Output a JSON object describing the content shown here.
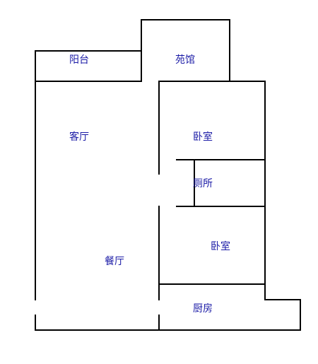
{
  "floorplan": {
    "colors": {
      "wall": "#000000",
      "label": "#1a1aa6",
      "background": "#ffffff"
    },
    "rooms": {
      "balcony": "阳台",
      "garden": "苑馆",
      "living_room": "客厅",
      "bedroom_1": "卧室",
      "toilet": "厕所",
      "bedroom_2": "卧室",
      "dining_room": "餐厅",
      "kitchen": "厨房"
    }
  }
}
